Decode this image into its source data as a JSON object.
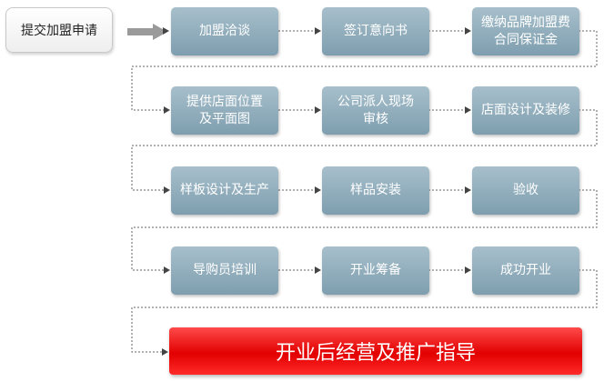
{
  "start_label": "提交加盟申请",
  "steps": [
    "加盟洽谈",
    "签订意向书",
    "缴纳品牌加盟费\n合同保证金",
    "提供店面位置\n及平面图",
    "公司派人现场\n审核",
    "店面设计及装修",
    "样板设计及生产",
    "样品安装",
    "验收",
    "导购员培训",
    "开业筹备",
    "成功开业"
  ],
  "final_label": "开业后经营及推广指导",
  "colors": {
    "step_fill": "#8eaabb",
    "final_fill": "#ee0000",
    "connector": "#666666"
  }
}
